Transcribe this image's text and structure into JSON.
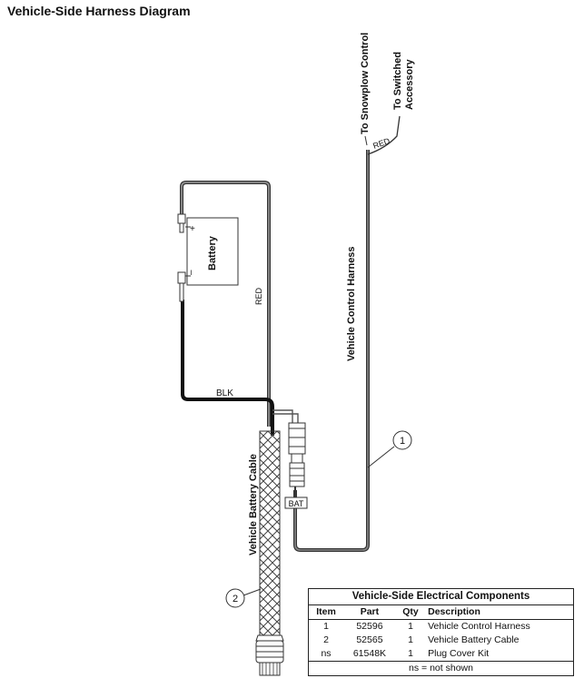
{
  "title": "Vehicle-Side Harness Diagram",
  "labels": {
    "to_snowplow_control": "To Snowplow Control",
    "to_switched_line1": "To Switched",
    "to_switched_line2": "Accessory",
    "red_top": "RED",
    "vehicle_control_harness": "Vehicle Control Harness",
    "battery": "Battery",
    "plus": "+",
    "minus": "–",
    "red_vertical": "RED",
    "blk": "BLK",
    "vehicle_battery_cable": "Vehicle Battery Cable",
    "bat": "BAT",
    "callout_1": "1",
    "callout_2": "2"
  },
  "table": {
    "caption": "Vehicle-Side Electrical Components",
    "headers": [
      "Item",
      "Part",
      "Qty",
      "Description"
    ],
    "rows": [
      {
        "item": "1",
        "part": "52596",
        "qty": "1",
        "desc": "Vehicle Control Harness"
      },
      {
        "item": "2",
        "part": "52565",
        "qty": "1",
        "desc": "Vehicle Battery Cable"
      },
      {
        "item": "ns",
        "part": "61548K",
        "qty": "1",
        "desc": "Plug Cover Kit"
      }
    ],
    "footnote": "ns = not shown"
  }
}
